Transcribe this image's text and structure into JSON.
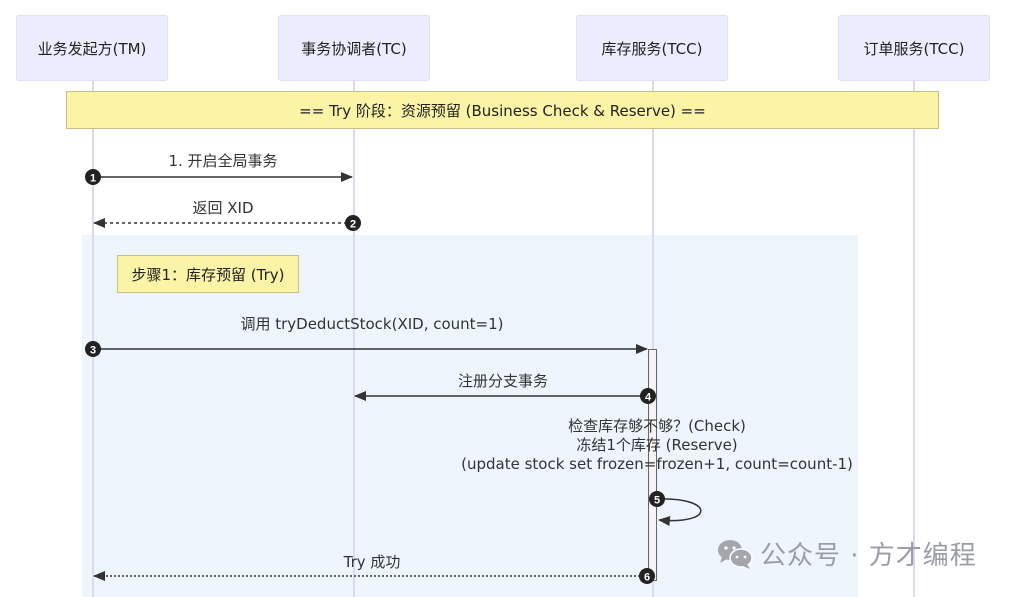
{
  "actors": [
    {
      "id": "tm",
      "label": "业务发起方(TM)"
    },
    {
      "id": "tc",
      "label": "事务协调者(TC)"
    },
    {
      "id": "stock",
      "label": "库存服务(TCC)"
    },
    {
      "id": "order",
      "label": "订单服务(TCC)"
    }
  ],
  "phase_note": "== Try 阶段：资源预留 (Business Check & Reserve) ==",
  "step_note": "步骤1：库存预留 (Try)",
  "messages": [
    {
      "seq": "1",
      "from": "tm",
      "to": "tc",
      "style": "solid",
      "label": "1. 开启全局事务"
    },
    {
      "seq": "2",
      "from": "tc",
      "to": "tm",
      "style": "dashed",
      "label": "返回 XID"
    },
    {
      "seq": "3",
      "from": "tm",
      "to": "stock",
      "style": "solid",
      "label": "调用 tryDeductStock(XID, count=1)"
    },
    {
      "seq": "4",
      "from": "stock",
      "to": "tc",
      "style": "solid",
      "label": "注册分支事务"
    },
    {
      "seq": "5",
      "from": "stock",
      "to": "stock",
      "style": "solid",
      "label_lines": [
        "检查库存够不够？(Check)",
        "冻结1个库存 (Reserve)",
        "(update stock set frozen=frozen+1, count=count-1)"
      ]
    },
    {
      "seq": "6",
      "from": "stock",
      "to": "tm",
      "style": "dotted",
      "label": "Try 成功"
    }
  ],
  "watermark": {
    "icon": "wechat-icon",
    "text": "公众号 · 方才编程"
  },
  "colors": {
    "actor_bg": "#ececff",
    "note_bg": "#fbf3a6",
    "rect_bg": "#eef5fd",
    "lifeline": "#dcd9f2",
    "arrow": "#333333"
  }
}
